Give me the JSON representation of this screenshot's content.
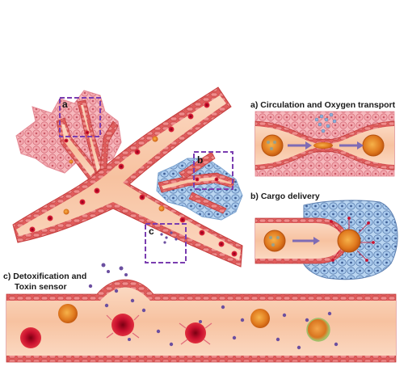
{
  "labels": {
    "box_a": "a",
    "box_b": "b",
    "box_c": "c",
    "panel_a_title": "a) Circulation and Oxygen transport",
    "panel_b_title": "b) Cargo delivery",
    "panel_c_title_line1": "c) Detoxification and",
    "panel_c_title_line2": "Toxin sensor"
  },
  "colors": {
    "vessel_wall": "#e14b4b",
    "vessel_lumen": "#f8c7a6",
    "red_blood_cell": "#c8102e",
    "nanocarrier": "#e07a1f",
    "tissue_pink": "#f2a0a8",
    "tissue_blue": "#9cc3ea",
    "toxin": "#6b4fa0",
    "dashed_box": "#7a3db0",
    "arrow": "#7e6bb5"
  }
}
